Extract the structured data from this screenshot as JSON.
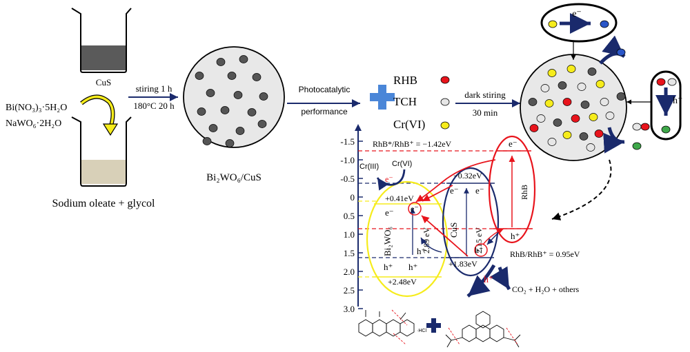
{
  "synthesis": {
    "cus_label": "CuS",
    "precursor_1": "Bi(NO₃)₃·5H₂O",
    "precursor_2": "NaWO₆·2H₂O",
    "solvent_label": "Sodium oleate + glycol",
    "step1_top": "stiring 1 h",
    "step1_bottom": "180°C 20 h",
    "product_label": "Bi₂WO₆/CuS"
  },
  "test": {
    "arrow_label_1": "Photocatalytic",
    "arrow_label_2": "performance",
    "pollutants": [
      {
        "label": "RHB",
        "color": "#e8141c"
      },
      {
        "label": "TCH",
        "color": "#e6e6e6"
      },
      {
        "label": "Cr(VI)",
        "color": "#f6ec1c"
      }
    ],
    "dark_top": "dark stiring",
    "dark_bottom": "30 min"
  },
  "mechanism": {
    "electron": "e⁻",
    "hole": "h⁺",
    "axis_ticks": [
      "-1.5",
      "-1.0",
      "-0.5",
      "0",
      "0.5",
      "1.0",
      "1.5",
      "2.0",
      "2.5",
      "3.0"
    ],
    "rhb_excited": "RhB*/RhB⁺ = −1.42eV",
    "rhb_ground": "RhB/RhB⁺ = 0.95eV",
    "bi2wo6_label": "Bi₂WO₆",
    "bi2wo6_cb": "+0.41eV",
    "bi2wo6_vb": "+2.48eV",
    "bi2wo6_gap": "2.89 eV",
    "cus_label": "CuS",
    "cus_cb": "−0.32eV",
    "cus_vb": "+1.83eV",
    "cus_gap": "2.15 eV",
    "rhb_label": "RhB",
    "cr3": "Cr(III)",
    "cr6": "Cr(VI)",
    "products": "CO₂ + H₂O + others",
    "hcl": "·HCl"
  },
  "colors": {
    "navy": "#1a2a6c",
    "red": "#e8141c",
    "yellow": "#f6ec1c",
    "plus_blue": "#4a86d8",
    "grey_dot": "#555555"
  }
}
